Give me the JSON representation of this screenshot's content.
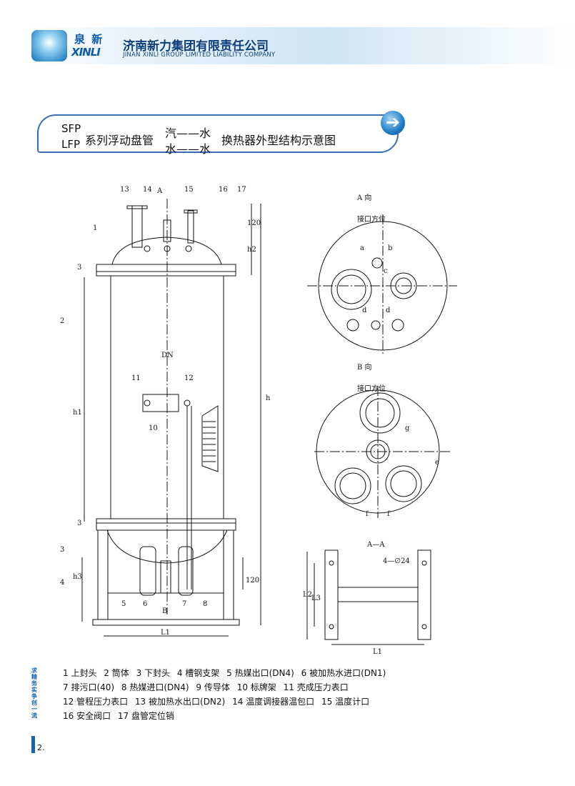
{
  "header": {
    "brand_cn": "泉 新",
    "brand_mark": "XINLI",
    "company_cn": "济南新力集团有限责任公司",
    "company_en": "JINAN XINLI GROUP LIMITED LIABILITY COMPANY"
  },
  "title": {
    "sfp": "SFP",
    "lfp": "LFP",
    "main": "系列浮动盘管",
    "q1": "汽——水",
    "q2": "水——水",
    "end": "换热器外型结构示意图",
    "arrow_icon": "arrow-right-icon"
  },
  "drawing": {
    "a_view": "A 向",
    "a_ports": "接口方位",
    "b_view": "B 向",
    "b_ports": "接口方位",
    "section": "A—A",
    "bolt": "4—∅24",
    "label_dn": "DN",
    "label_h": "h",
    "label_h1": "h1",
    "label_h2": "h2",
    "label_h3": "h3",
    "label_L1": "L1",
    "label_L2": "L2",
    "label_L3": "L3",
    "label_120a": "120",
    "label_120b": "120",
    "label_3a": "3",
    "label_3b": "3",
    "label_A": "A",
    "label_B": "B",
    "label_a": "a",
    "label_b": "b",
    "label_c": "c",
    "label_d": "d",
    "label_e": "e",
    "label_f": "f",
    "label_g": "g",
    "callouts": [
      "1",
      "2",
      "3",
      "4",
      "5",
      "6",
      "7",
      "8",
      "10",
      "11",
      "12",
      "13",
      "14",
      "15",
      "16",
      "17"
    ]
  },
  "legend": {
    "row1": [
      "1  上封头",
      "2  筒体",
      "3  下封头",
      "4  槽钢支架",
      "5  热媒出口(DN4)",
      "6  被加热水进口(DN1)"
    ],
    "row2": [
      "7  排污口(40)",
      "8  热媒进口(DN4)",
      "9  传导体",
      "10  标牌架",
      "11  壳成压力表口"
    ],
    "row3": [
      "12  管程压力表口",
      "13  被加热水出口(DN2)",
      "14  温度调接器温包口",
      "15  温度计口"
    ],
    "row4": [
      "16  安全阀口",
      "17  盘管定位销"
    ]
  },
  "side_tab": "求精务实 争创一流",
  "page_number": "2."
}
